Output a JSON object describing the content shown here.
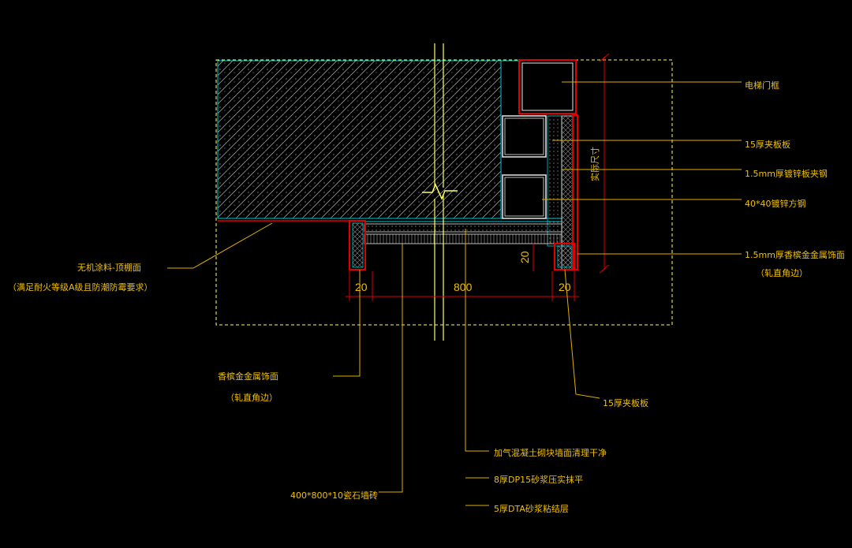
{
  "drawing": {
    "labels": {
      "elevator_door": "电梯门框",
      "board_15_top": "15厚夹板板",
      "steel_plate": "1.5mm厚镀锌板夹钢",
      "steel_tube": "40*40镀锌方钢",
      "metal_finish_right": "1.5mm厚香槟金金属饰面",
      "metal_finish_right_note": "（轧直角边）",
      "paint_ceiling": "无机涂料-顶棚面",
      "paint_ceiling_note": "（满足耐火等级A级且防潮防霉要求）",
      "metal_finish_left": "香槟金金属饰面",
      "metal_finish_left_note": "（轧直角边）",
      "board_15_bottom": "15厚夹板板",
      "concrete_note": "加气混凝土砌块墙面清理干净",
      "mortar": "8厚DP15砂浆压实抹平",
      "tile": "400*800*10瓷石墙砖",
      "dta": "5厚DTA砂浆粘结层",
      "site_dim": "实际尺寸"
    },
    "dimensions": {
      "left": "20",
      "middle": "800",
      "right": "20",
      "vertical": "20"
    },
    "colors": {
      "background": "#000000",
      "annotation": "#f0c000",
      "cyan_line": "#00c8d0",
      "red_line": "#e00000",
      "white_line": "#e8e8e8",
      "yellow_axis": "#ffff60",
      "hatch": "#b8b8b8"
    }
  }
}
